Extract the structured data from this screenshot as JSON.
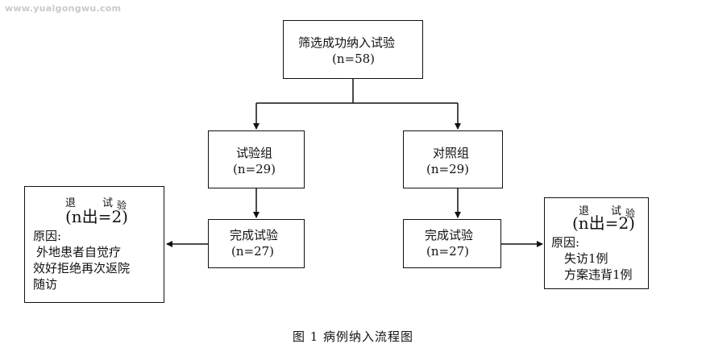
{
  "watermark": "www.yuaigongwu.com",
  "screening": {
    "title": "筛选成功纳入试验",
    "n": "(n=58)"
  },
  "trial_group": {
    "title": "试验组",
    "n": "(n=29)"
  },
  "control_group": {
    "title": "对照组",
    "n": "(n=29)"
  },
  "trial_complete": {
    "title": "完成试验",
    "n": "(n=27)"
  },
  "control_complete": {
    "title": "完成试验",
    "n": "(n=27)"
  },
  "trial_withdraw": {
    "header_left": "退",
    "header_right": "试",
    "header_small": "验",
    "count": "(n出=2)",
    "reason_label": "原因:",
    "reason_lines": [
      "外地患者自觉疗",
      "效好拒绝再次返院",
      "随访"
    ]
  },
  "control_withdraw": {
    "header_left": "退",
    "header_right": "试",
    "header_small": "验",
    "count": "(n出=2)",
    "reason_label": "原因:",
    "reason_lines": [
      "失访1例",
      "方案违背1例"
    ]
  },
  "caption": "图 1 病例纳入流程图"
}
